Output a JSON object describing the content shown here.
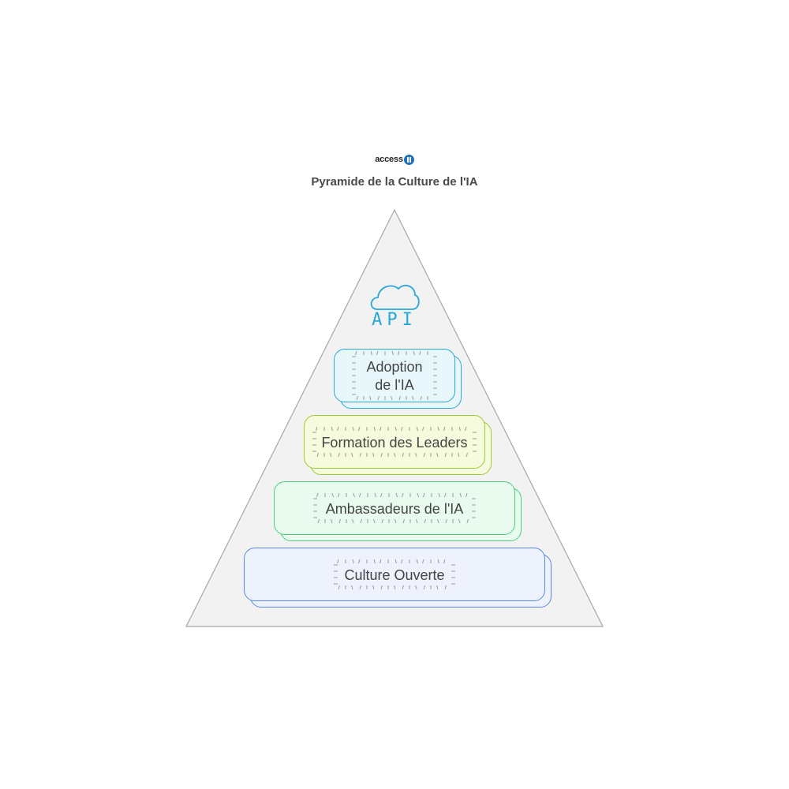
{
  "logo": {
    "text": "access",
    "mark": "it"
  },
  "title": "Pyramide de la Culture de l'IA",
  "top_icon": {
    "name": "cloud-icon",
    "text": "API",
    "color": "#29a7d8"
  },
  "pyramid": {
    "fill": "#f2f2f2",
    "stroke": "#a8a8a8"
  },
  "levels": [
    {
      "label": "Adoption\nde l'IA",
      "fill": "#e8f7fc",
      "stroke": "#2aa9d6"
    },
    {
      "label": "Formation des Leaders",
      "fill": "#f5fbdc",
      "stroke": "#9ccb35"
    },
    {
      "label": "Ambassadeurs de l'IA",
      "fill": "#e8fbee",
      "stroke": "#48cf79"
    },
    {
      "label": "Culture Ouverte",
      "fill": "#eef2fd",
      "stroke": "#5b87e0"
    }
  ]
}
